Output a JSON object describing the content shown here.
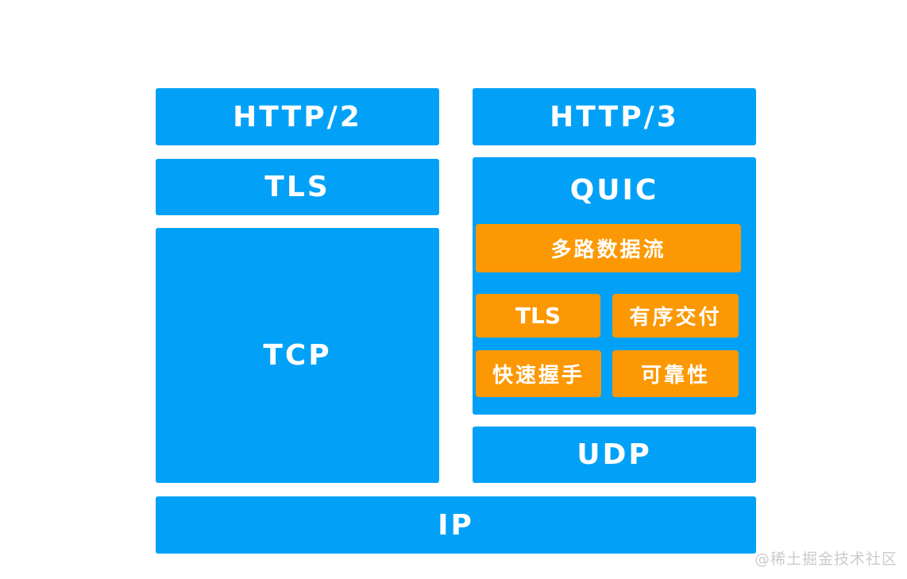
{
  "colors": {
    "layer_blue": "#02a1f7",
    "feature_orange": "#fc9803",
    "label_text": "#ffffff",
    "watermark_gray": "#cbcbcb",
    "background": "#ffffff"
  },
  "diagram": {
    "type": "protocol-stack-comparison",
    "left_stack": {
      "http2": "HTTP/2",
      "tls": "TLS",
      "tcp": "TCP"
    },
    "right_stack": {
      "http3": "HTTP/3",
      "quic": "QUIC",
      "quic_features": {
        "multiplex_streams": "多路数据流",
        "tls": "TLS",
        "ordered_delivery": "有序交付",
        "fast_handshake": "快速握手",
        "reliability": "可靠性"
      },
      "udp": "UDP"
    },
    "shared": {
      "ip": "IP"
    }
  },
  "watermark": {
    "text": "@稀土掘金技术社区"
  }
}
